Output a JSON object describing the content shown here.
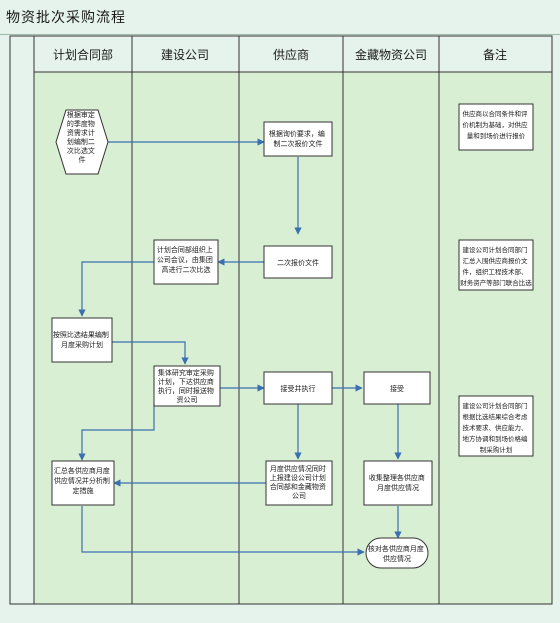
{
  "title": "物资批次采购流程",
  "lanes": [
    {
      "name": "计划合同部"
    },
    {
      "name": "建设公司"
    },
    {
      "name": "供应商"
    },
    {
      "name": "金藏物资公司"
    },
    {
      "name": "备注"
    }
  ],
  "nodes": [
    {
      "id": "n1",
      "text": "根据审定的季度物资需求计划编制二次比选文件"
    },
    {
      "id": "n2",
      "text": "根据询价要求，编制二次报价文件"
    },
    {
      "id": "n3",
      "text": "二次报价文件"
    },
    {
      "id": "n4",
      "text": "计划合同部组织上公司会议，由集团高进行二次比选"
    },
    {
      "id": "n5",
      "text": "按照比选结果编制月度采购计划"
    },
    {
      "id": "n6",
      "text": "集体研究审定采购计划，下达供应商执行，同时报送物资公司"
    },
    {
      "id": "n7",
      "text": "接受并执行"
    },
    {
      "id": "n8",
      "text": "接受"
    },
    {
      "id": "n9",
      "text": "月度供应情况同时上报建设公司计划合同部和金藏物资公司"
    },
    {
      "id": "n10",
      "text": "收集整理各供应商月度供应情况"
    },
    {
      "id": "n11",
      "text": "汇总各供应商月度供应情况并分析制定措施"
    },
    {
      "id": "n12",
      "text": "核对各供应商月度供应情况"
    }
  ],
  "notes": [
    {
      "text": "供应商以合同条件和评价机制为基础，对供应量和到场价进行报价"
    },
    {
      "text": "建设公司计划合同部门汇总入围供应商报价文件，组织工程技术部、财务资产等部门联合比选"
    },
    {
      "text": "建设公司计划合同部门根据比选结果综合考虑技术要求、供应能力、地方协调和到场价格编制采购计划"
    }
  ]
}
